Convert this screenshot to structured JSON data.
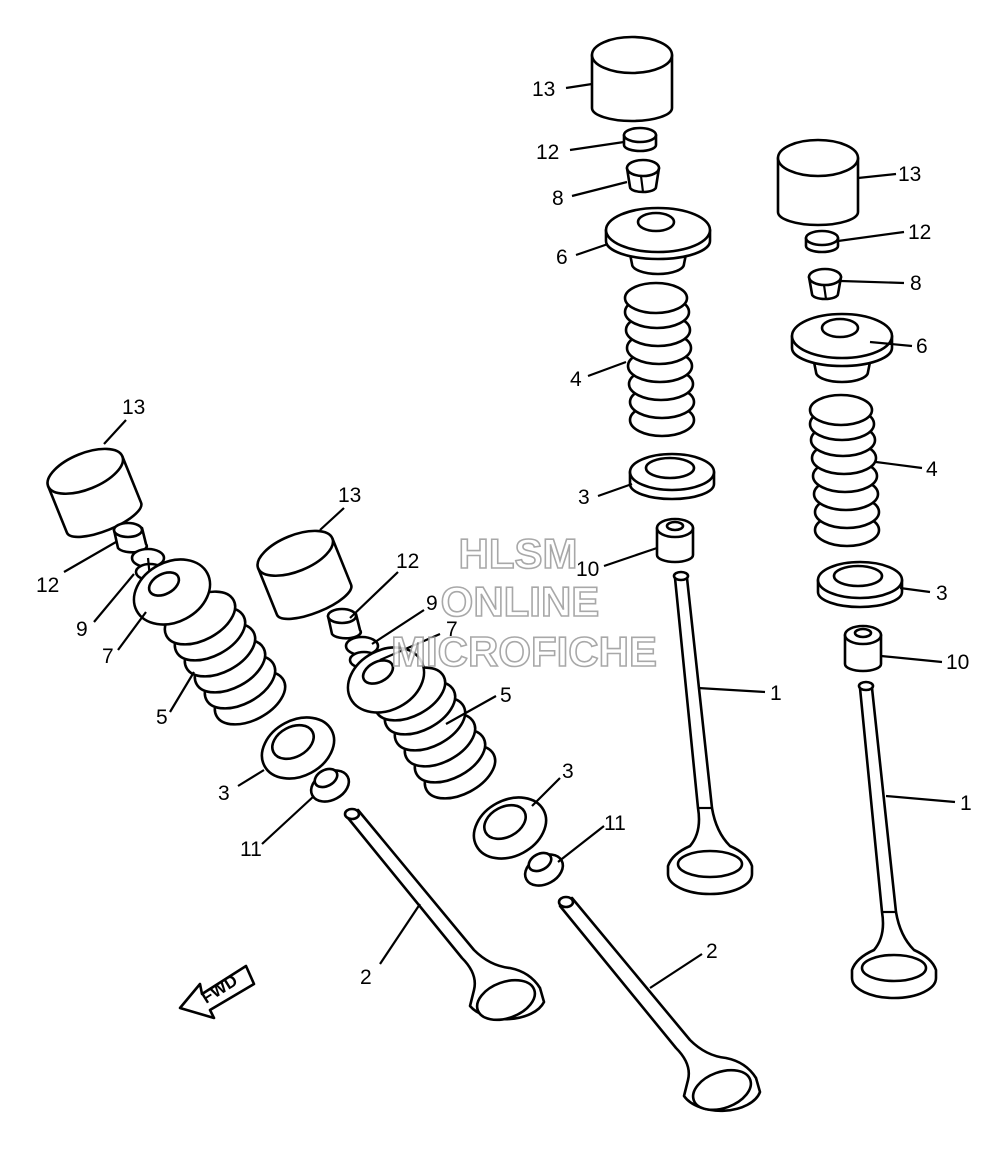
{
  "labels": {
    "n1": "1",
    "n2": "2",
    "n3": "3",
    "n4": "4",
    "n5": "5",
    "n6": "6",
    "n7": "7",
    "n8": "8",
    "n9": "9",
    "n10": "10",
    "n11": "11",
    "n12": "12",
    "n13": "13"
  },
  "fwd_label": "FWD",
  "watermark": {
    "line1": "HLSM",
    "line2": "ONLINE",
    "line3": "MICROFICHE"
  }
}
